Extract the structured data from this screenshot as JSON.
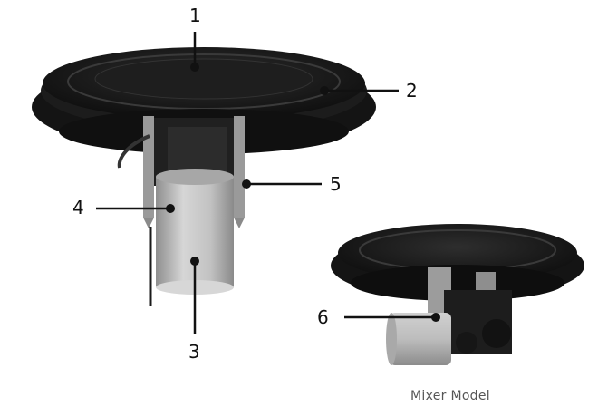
{
  "colors": {
    "housing": "#1b1b1b",
    "housing_highlight": "#3a3a3a",
    "cylinder": "#b9b9b9",
    "bracket": "#9a9a9a",
    "leader": "#111111"
  },
  "callouts": [
    {
      "id": "1",
      "label": "1"
    },
    {
      "id": "2",
      "label": "2"
    },
    {
      "id": "3",
      "label": "3"
    },
    {
      "id": "4",
      "label": "4"
    },
    {
      "id": "5",
      "label": "5"
    },
    {
      "id": "6",
      "label": "6"
    }
  ],
  "mixer_caption": "Mixer Model"
}
